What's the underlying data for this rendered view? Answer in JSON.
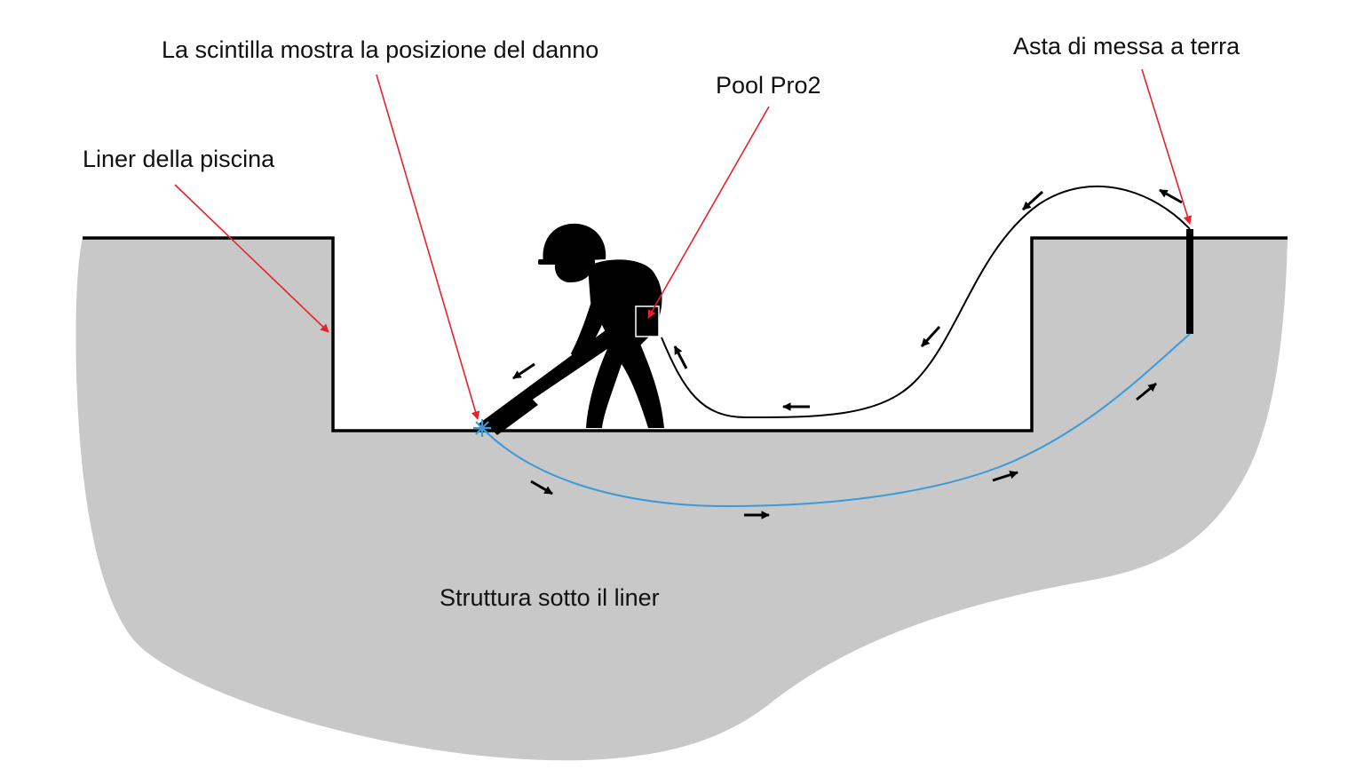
{
  "labels": {
    "liner": "Liner della piscina",
    "spark": "La scintilla mostra la posizione del danno",
    "device": "Pool Pro2",
    "ground_rod": "Asta di messa a terra",
    "structure": "Struttura sotto il liner"
  },
  "icons": {
    "worker": "worker-with-probe-icon",
    "spark": "spark-icon",
    "ground_rod": "ground-rod-icon"
  },
  "colors": {
    "structure_fill": "#c8c8c8",
    "liner_line": "#000000",
    "leader_arrow": "#e8202a",
    "current_underground": "#3a9ad9",
    "cable": "#000000"
  }
}
